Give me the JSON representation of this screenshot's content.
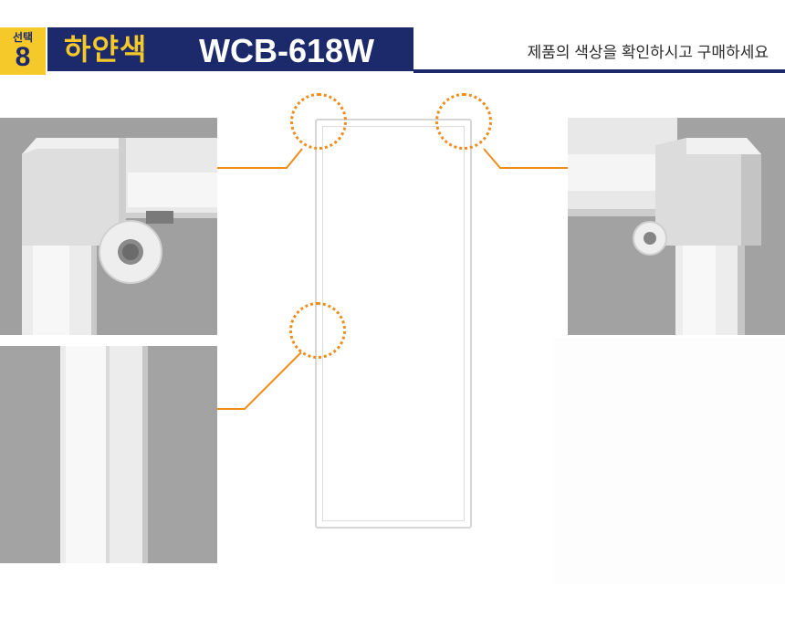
{
  "header": {
    "select_label": "선택",
    "select_number": "8",
    "color_name": "하얀색",
    "model_name": "WCB-618W",
    "notice": "제품의 색상을 확인하시고 구매하세요"
  },
  "colors": {
    "navy": "#1c2a6b",
    "gold": "#f6c92a",
    "callout_orange": "#ee8c1c",
    "photo_gray": "#9a9a9a"
  }
}
